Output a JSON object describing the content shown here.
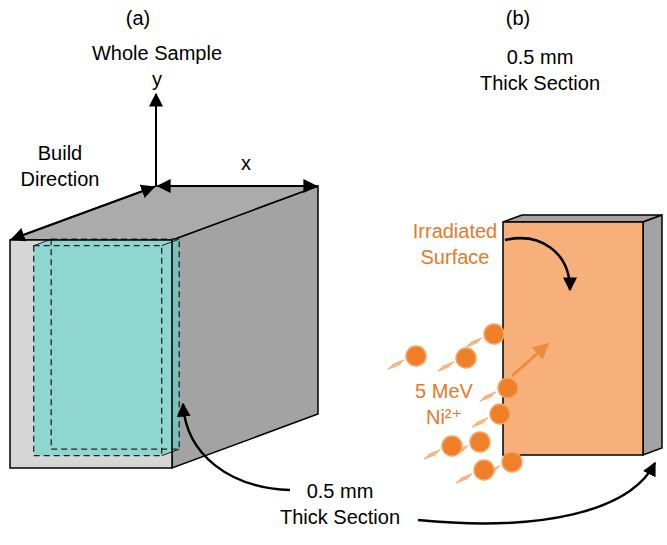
{
  "diagram": {
    "labels": [
      "(a)",
      "(b)",
      "Whole Sample",
      "0.5 mm Thick Section",
      "y",
      "x",
      "Build Direction",
      "Irradiated Surface",
      "5 MeV Ni²⁺",
      "0.5 mm Thick Section"
    ]
  }
}
